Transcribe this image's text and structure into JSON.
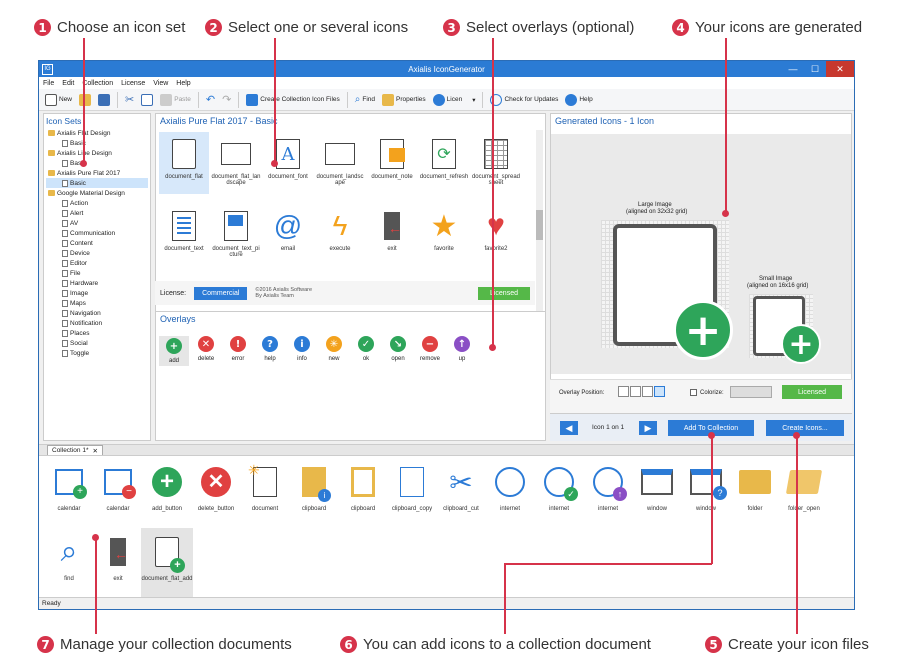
{
  "callouts": [
    {
      "num": "1",
      "text": "Choose an icon set"
    },
    {
      "num": "2",
      "text": "Select one or several icons"
    },
    {
      "num": "3",
      "text": "Select overlays (optional)"
    },
    {
      "num": "4",
      "text": "Your icons are generated"
    },
    {
      "num": "5",
      "text": "Create your icon files"
    },
    {
      "num": "6",
      "text": "You can add icons to a collection document"
    },
    {
      "num": "7",
      "text": "Manage your collection documents"
    }
  ],
  "window": {
    "title": "Axialis IconGenerator",
    "app_icon": "IG"
  },
  "menu": [
    "File",
    "Edit",
    "Collection",
    "License",
    "View",
    "Help"
  ],
  "toolbar": {
    "new": "New",
    "paste": "Paste",
    "create_collection": "Create Collection Icon Files",
    "find": "Find",
    "properties": "Properties",
    "license": "Licen",
    "check_updates": "Check for Updates",
    "help": "Help"
  },
  "tree": {
    "header": "Icon Sets",
    "nodes": [
      {
        "label": "Axialis Flat Design",
        "level": 0,
        "type": "folder"
      },
      {
        "label": "Basic",
        "level": 1,
        "type": "page"
      },
      {
        "label": "Axialis Line Design",
        "level": 0,
        "type": "folder"
      },
      {
        "label": "Basic",
        "level": 1,
        "type": "page"
      },
      {
        "label": "Axialis Pure Flat 2017",
        "level": 0,
        "type": "folder"
      },
      {
        "label": "Basic",
        "level": 1,
        "type": "page",
        "selected": true
      },
      {
        "label": "Google Material Design",
        "level": 0,
        "type": "folder"
      },
      {
        "label": "Action",
        "level": 1,
        "type": "page"
      },
      {
        "label": "Alert",
        "level": 1,
        "type": "page"
      },
      {
        "label": "AV",
        "level": 1,
        "type": "page"
      },
      {
        "label": "Communication",
        "level": 1,
        "type": "page"
      },
      {
        "label": "Content",
        "level": 1,
        "type": "page"
      },
      {
        "label": "Device",
        "level": 1,
        "type": "page"
      },
      {
        "label": "Editor",
        "level": 1,
        "type": "page"
      },
      {
        "label": "File",
        "level": 1,
        "type": "page"
      },
      {
        "label": "Hardware",
        "level": 1,
        "type": "page"
      },
      {
        "label": "Image",
        "level": 1,
        "type": "page"
      },
      {
        "label": "Maps",
        "level": 1,
        "type": "page"
      },
      {
        "label": "Navigation",
        "level": 1,
        "type": "page"
      },
      {
        "label": "Notification",
        "level": 1,
        "type": "page"
      },
      {
        "label": "Places",
        "level": 1,
        "type": "page"
      },
      {
        "label": "Social",
        "level": 1,
        "type": "page"
      },
      {
        "label": "Toggle",
        "level": 1,
        "type": "page"
      }
    ]
  },
  "iconset": {
    "title": "Axialis Pure Flat 2017 - Basic",
    "icons": [
      {
        "label": "document_flat",
        "icon": "document-flat-icon",
        "selected": true
      },
      {
        "label": "document_flat_landscape",
        "icon": "document-landscape-icon"
      },
      {
        "label": "document_font",
        "icon": "document-font-icon"
      },
      {
        "label": "document_landscape",
        "icon": "document-landscape-icon"
      },
      {
        "label": "document_note",
        "icon": "document-note-icon"
      },
      {
        "label": "document_refresh",
        "icon": "document-refresh-icon"
      },
      {
        "label": "document_spreadsheet",
        "icon": "document-spreadsheet-icon"
      },
      {
        "label": "document_text",
        "icon": "document-text-icon"
      },
      {
        "label": "document_text_picture",
        "icon": "document-picture-icon"
      },
      {
        "label": "email",
        "icon": "email-icon"
      },
      {
        "label": "execute",
        "icon": "lightning-icon"
      },
      {
        "label": "exit",
        "icon": "exit-door-icon"
      },
      {
        "label": "favorite",
        "icon": "star-icon"
      },
      {
        "label": "favorite2",
        "icon": "heart-icon"
      }
    ],
    "license_label": "License:",
    "license_value": "Commercial",
    "copyright": "©2016 Axialis Software\nBy Axialis Team",
    "licensed_btn": "Licensed"
  },
  "overlays": {
    "title": "Overlays",
    "items": [
      {
        "label": "add",
        "glyph": "+",
        "color": "#2ea55a"
      },
      {
        "label": "delete",
        "glyph": "✕",
        "color": "#e04141"
      },
      {
        "label": "error",
        "glyph": "!",
        "color": "#e04141"
      },
      {
        "label": "help",
        "glyph": "?",
        "color": "#2c7bd6"
      },
      {
        "label": "info",
        "glyph": "i",
        "color": "#2c7bd6"
      },
      {
        "label": "new",
        "glyph": "✳",
        "color": "#f3a21d"
      },
      {
        "label": "ok",
        "glyph": "✓",
        "color": "#2ea55a"
      },
      {
        "label": "open",
        "glyph": "↘",
        "color": "#2ea55a"
      },
      {
        "label": "remove",
        "glyph": "−",
        "color": "#e04141"
      },
      {
        "label": "up",
        "glyph": "↑",
        "color": "#8a4fc5"
      }
    ]
  },
  "generated": {
    "title": "Generated Icons - 1 Icon",
    "large_label": "Large Image",
    "large_sub": "(aligned on 32x32 grid)",
    "small_label": "Small Image",
    "small_sub": "(aligned on 16x16 grid)",
    "name": "document_flat_add",
    "overlay_position": "Overlay Position:",
    "colorize": "Colorize:",
    "licensed_btn": "Licensed",
    "nav_text": "Icon 1 on 1",
    "add_collection": "Add To Collection",
    "create_icons": "Create Icons..."
  },
  "collection": {
    "tab": "Collection 1*",
    "items": [
      {
        "label": "calendar",
        "icon": "calendar-add-icon"
      },
      {
        "label": "calendar",
        "icon": "calendar-remove-icon"
      },
      {
        "label": "add_button",
        "icon": "add-button-icon"
      },
      {
        "label": "delete_button",
        "icon": "delete-button-icon"
      },
      {
        "label": "document",
        "icon": "document-new-icon"
      },
      {
        "label": "clipboard",
        "icon": "clipboard-info-icon"
      },
      {
        "label": "clipboard",
        "icon": "clipboard-icon"
      },
      {
        "label": "clipboard_copy",
        "icon": "clipboard-copy-icon"
      },
      {
        "label": "clipboard_cut",
        "icon": "scissors-icon"
      },
      {
        "label": "internet",
        "icon": "globe-icon"
      },
      {
        "label": "internet",
        "icon": "globe-ok-icon"
      },
      {
        "label": "internet",
        "icon": "globe-up-icon"
      },
      {
        "label": "window",
        "icon": "window-icon"
      },
      {
        "label": "window",
        "icon": "window-help-icon"
      },
      {
        "label": "folder",
        "icon": "folder-icon"
      },
      {
        "label": "folder_open",
        "icon": "folder-open-icon"
      },
      {
        "label": "find",
        "icon": "magnifier-icon"
      },
      {
        "label": "exit",
        "icon": "exit-door-icon"
      },
      {
        "label": "document_flat_add",
        "icon": "document-flat-add-icon",
        "selected": true
      }
    ]
  },
  "status": "Ready",
  "colors": {
    "accent": "#d6334a",
    "title_bar": "#2b7bd4",
    "link_blue": "#1f62b4",
    "green": "#2ea55a"
  }
}
